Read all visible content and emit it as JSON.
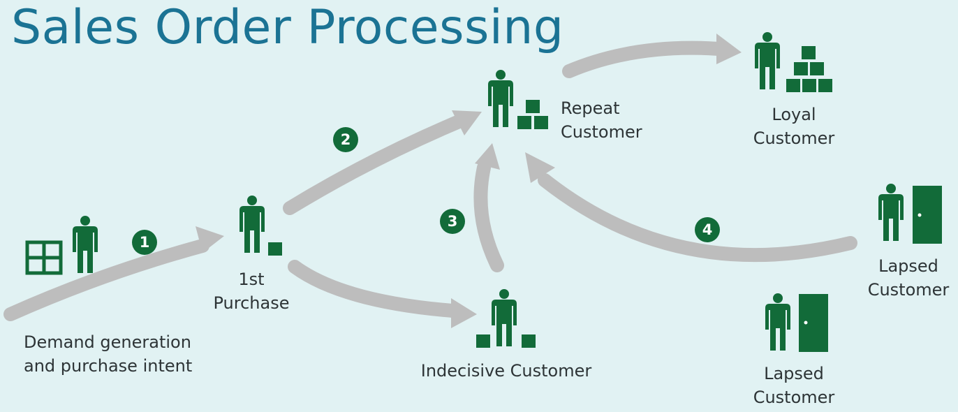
{
  "title": "Sales Order Processing",
  "colors": {
    "background": "#e1f2f3",
    "title": "#1b7394",
    "icon": "#126b39",
    "arrow": "#bdbdbd",
    "text": "#2d3436"
  },
  "nodes": {
    "demand": {
      "line1": "Demand generation",
      "line2": "and purchase intent",
      "icons": [
        "window-icon",
        "person-icon"
      ]
    },
    "first_purchase": {
      "line1": "1st",
      "line2": "Purchase",
      "icons": [
        "person-icon",
        "box-icon"
      ]
    },
    "repeat": {
      "line1": "Repeat",
      "line2": "Customer",
      "icons": [
        "person-icon",
        "boxes-icon"
      ]
    },
    "loyal": {
      "line1": "Loyal",
      "line2": "Customer",
      "icons": [
        "person-icon",
        "boxes-stack-icon"
      ]
    },
    "indecisive": {
      "line1": "Indecisive Customer",
      "icons": [
        "person-icon",
        "boxes-icon"
      ]
    },
    "lapsed_right": {
      "line1": "Lapsed",
      "line2": "Customer",
      "icons": [
        "person-icon",
        "door-icon"
      ]
    },
    "lapsed_bottom": {
      "line1": "Lapsed",
      "line2": "Customer",
      "icons": [
        "person-icon",
        "door-icon"
      ]
    }
  },
  "steps": [
    "1",
    "2",
    "3",
    "4"
  ]
}
